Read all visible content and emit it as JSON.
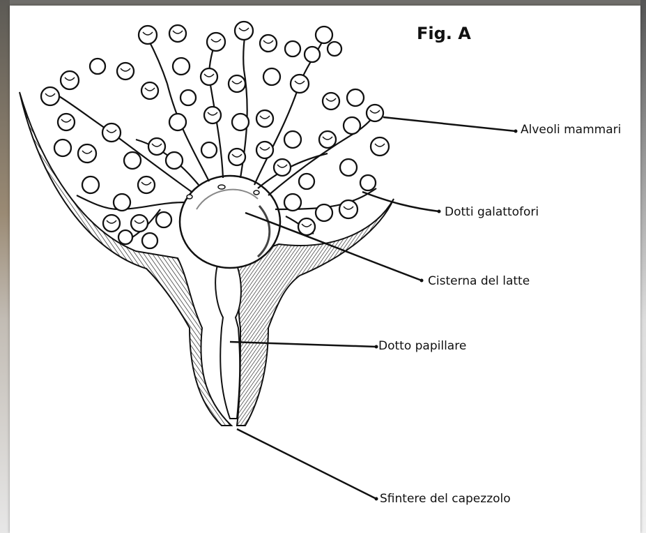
{
  "figure": {
    "title": "Fig. A",
    "labels": {
      "alveoli": "Alveoli mammari",
      "dotti": "Dotti galattofori",
      "cisterna": "Cisterna del latte",
      "dotto_papillare": "Dotto papillare",
      "sfintere": "Sfintere del capezzolo"
    }
  }
}
